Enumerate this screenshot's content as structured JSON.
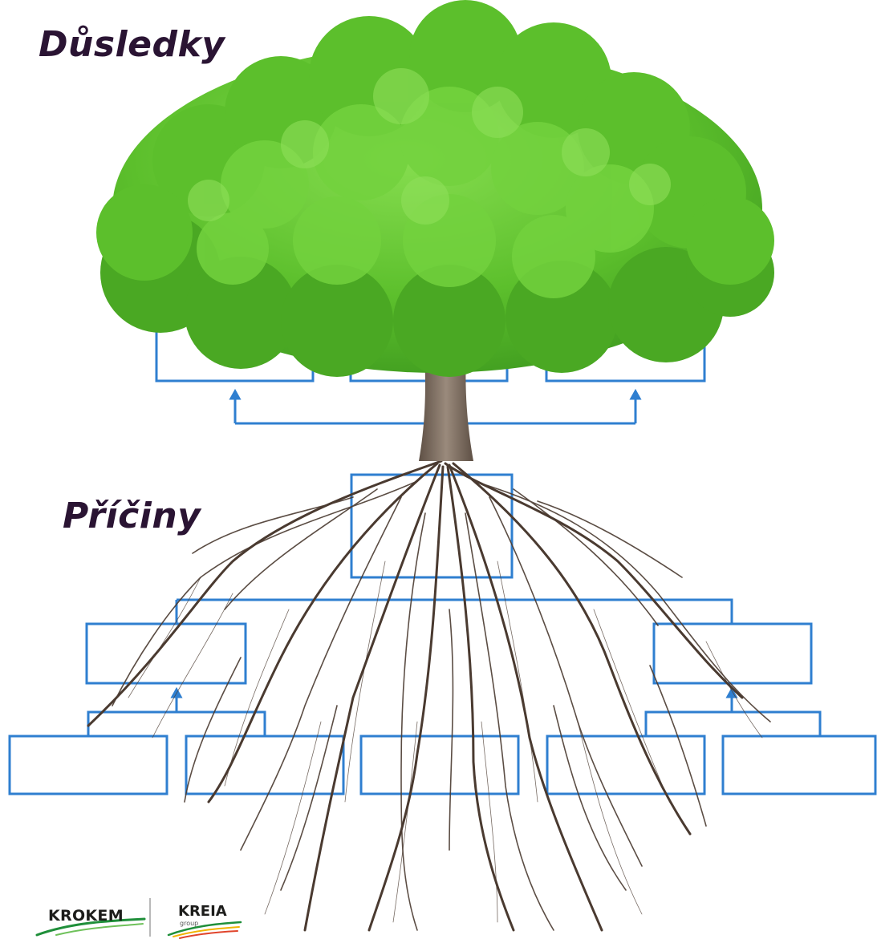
{
  "headings": {
    "effects": "Důsledky",
    "causes": "Příčiny"
  },
  "logos": {
    "krokem": "KROKEM",
    "kreia": "KREIA",
    "kreia_sub": "group"
  },
  "colors": {
    "box_stroke": "#2f7fd0",
    "heading": "#2a1433",
    "foliage_dark": "#3f9b1f",
    "foliage_mid": "#5cbf2c",
    "foliage_light": "#7fd84a",
    "trunk": "#7a6a5c",
    "root": "#4a3a30"
  }
}
